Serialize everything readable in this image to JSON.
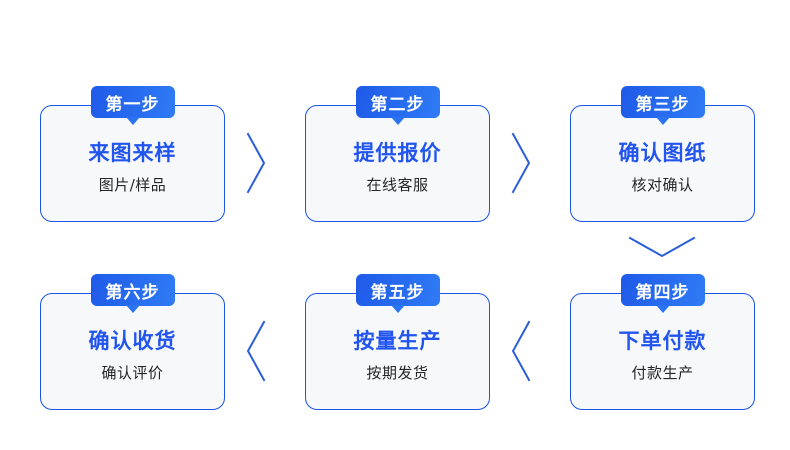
{
  "diagram": {
    "type": "process-flow",
    "direction": "serpentine-right-then-left",
    "colors": {
      "badge_blue_dark": "#1f5ae8",
      "badge_blue_light": "#2f7bf5",
      "title_blue": "#2255ee",
      "card_border": "#1b54e8",
      "card_background": "#f7f8f9",
      "subtitle_gray": "#262626",
      "arrow_blue": "#2b5fd8",
      "page_background": "#ffffff"
    },
    "steps": [
      {
        "badge": "第一步",
        "title": "来图来样",
        "subtitle": "图片/样品"
      },
      {
        "badge": "第二步",
        "title": "提供报价",
        "subtitle": "在线客服"
      },
      {
        "badge": "第三步",
        "title": "确认图纸",
        "subtitle": "核对确认"
      },
      {
        "badge": "第四步",
        "title": "下单付款",
        "subtitle": "付款生产"
      },
      {
        "badge": "第五步",
        "title": "按量生产",
        "subtitle": "按期发货"
      },
      {
        "badge": "第六步",
        "title": "确认收货",
        "subtitle": "确认评价"
      }
    ],
    "connectors": [
      {
        "name": "connector-step1-to-step2",
        "direction": "right"
      },
      {
        "name": "connector-step2-to-step3",
        "direction": "right"
      },
      {
        "name": "connector-step3-to-step4",
        "direction": "down"
      },
      {
        "name": "connector-step4-to-step5",
        "direction": "left"
      },
      {
        "name": "connector-step5-to-step6",
        "direction": "left"
      }
    ]
  }
}
